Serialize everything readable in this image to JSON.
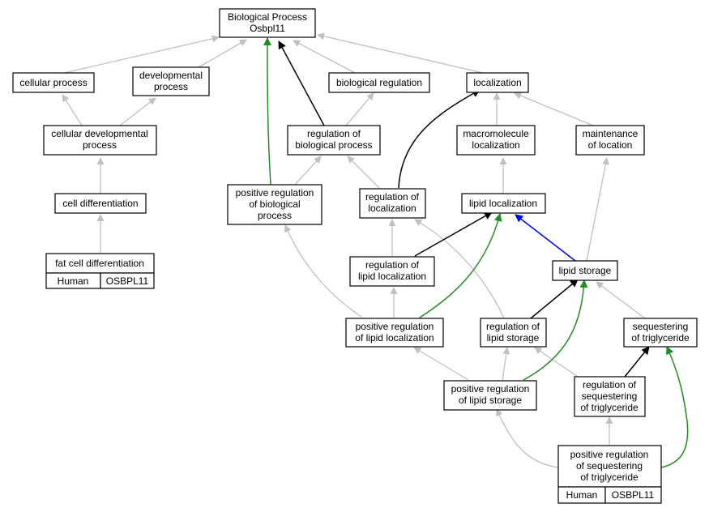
{
  "colors": {
    "gray_edge": "#c0c0c0",
    "black_edge": "#000000",
    "green_edge": "#228b22",
    "blue_edge": "#0000ff",
    "annotation_fill": "#ff6347"
  },
  "nodes": {
    "bp": {
      "lines": [
        "Biological Process",
        "Osbpl11"
      ]
    },
    "cellular_process": {
      "lines": [
        "cellular process"
      ]
    },
    "developmental_process": {
      "lines": [
        "developmental",
        "process"
      ]
    },
    "biological_regulation": {
      "lines": [
        "biological regulation"
      ]
    },
    "localization": {
      "lines": [
        "localization"
      ]
    },
    "cellular_developmental_process": {
      "lines": [
        "cellular developmental",
        "process"
      ]
    },
    "regulation_of_biological_process": {
      "lines": [
        "regulation of",
        "biological process"
      ]
    },
    "macromolecule_localization": {
      "lines": [
        "macromolecule",
        "localization"
      ]
    },
    "maintenance_of_location": {
      "lines": [
        "maintenance",
        "of location"
      ]
    },
    "cell_differentiation": {
      "lines": [
        "cell differentiation"
      ]
    },
    "positive_regulation_of_biological_process": {
      "lines": [
        "positive regulation",
        "of biological",
        "process"
      ]
    },
    "regulation_of_localization": {
      "lines": [
        "regulation of",
        "localization"
      ]
    },
    "lipid_localization": {
      "lines": [
        "lipid localization"
      ]
    },
    "fat_cell_differentiation": {
      "lines": [
        "fat cell differentiation"
      ],
      "annotation": [
        "Human",
        "OSBPL11"
      ]
    },
    "regulation_of_lipid_localization": {
      "lines": [
        "regulation of",
        "lipid localization"
      ]
    },
    "lipid_storage": {
      "lines": [
        "lipid storage"
      ]
    },
    "positive_regulation_of_lipid_localization": {
      "lines": [
        "positive regulation",
        "of lipid localization"
      ]
    },
    "regulation_of_lipid_storage": {
      "lines": [
        "regulation of",
        "lipid storage"
      ]
    },
    "sequestering_of_triglyceride": {
      "lines": [
        "sequestering",
        "of triglyceride"
      ]
    },
    "positive_regulation_of_lipid_storage": {
      "lines": [
        "positive regulation",
        "of lipid storage"
      ]
    },
    "regulation_of_sequestering_of_triglyceride": {
      "lines": [
        "regulation of",
        "sequestering",
        "of triglyceride"
      ]
    },
    "positive_regulation_of_sequestering_of_triglyceride": {
      "lines": [
        "positive regulation",
        "of sequestering",
        "of triglyceride"
      ],
      "annotation": [
        "Human",
        "OSBPL11"
      ]
    }
  }
}
